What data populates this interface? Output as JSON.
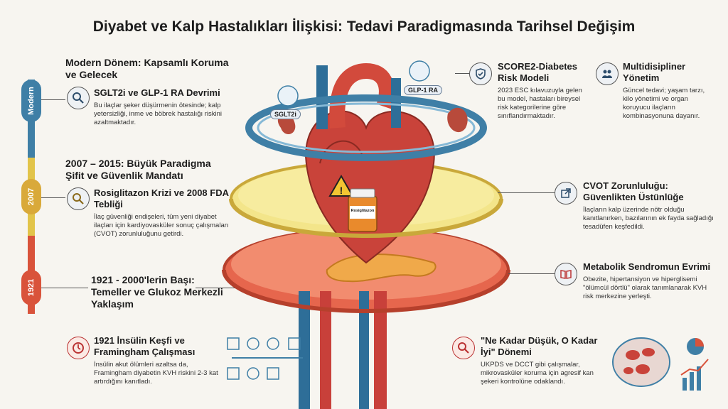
{
  "title": "Diyabet ve Kalp Hastalıkları İlişkisi: Tedavi Paradigmasında Tarihsel Değişim",
  "timeline": {
    "modern": "Modern",
    "y2007": "2007",
    "y1921": "1921"
  },
  "left": {
    "modern_head": "Modern Dönem: Kapsamlı Koruma ve Gelecek",
    "sglt_title": "SGLT2i ve GLP-1 RA Devrimi",
    "sglt_body": "Bu ilaçlar şeker düşürmenin ötesinde; kalp yetersizliği, inme ve böbrek hastalığı riskini azaltmaktadır.",
    "mid_head": "2007 – 2015: Büyük Paradigma Şifit ve Güvenlik Mandatı",
    "rosi_title": "Rosiglitazon Krizi ve 2008 FDA Tebliği",
    "rosi_body": "İlaç güvenliği endişeleri, tüm yeni diyabet ilaçları için kardiyovasküler sonuç çalışmaları (CVOT) zorunluluğunu getirdi.",
    "early_head": "1921 - 2000'lerin Başı: Temeller ve Glukoz Merkezli Yaklaşım",
    "insulin_title": "1921 İnsülin Keşfi ve Framingham Çalışması",
    "insulin_body": "İnsülin akut ölümleri azaltsa da, Framingham diyabetin KVH riskini 2-3 kat artırdığını kanıtladı."
  },
  "right": {
    "score_title": "SCORE2-Diabetes Risk Modeli",
    "score_body": "2023 ESC kılavuzuyla gelen bu model, hastaları bireysel risk kategorilerine göre sınıflandırmaktadır.",
    "multi_title": "Multidisipliner Yönetim",
    "multi_body": "Güncel tedavi; yaşam tarzı, kilo yönetimi ve organ koruyucu ilaçların kombinasyonuna dayanır.",
    "cvot_title": "CVOT Zorunluluğu: Güvenlikten Üstünlüğe",
    "cvot_body": "İlaçların kalp üzerinde nötr olduğu kanıtlanırken, bazılarının ek fayda sağladığı tesadüfen keşfedildi.",
    "meta_title": "Metabolik Sendromun Evrimi",
    "meta_body": "Obezite, hipertansiyon ve hiperglisemi \"ölümcül dörtlü\" olarak tanımlanarak KVH risk merkezine yerleşti.",
    "low_title": "\"Ne Kadar Düşük, O Kadar İyi\" Dönemi",
    "low_body": "UKPDS ve DCCT gibi çalışmalar, mikrovasküler koruma için agresif kan şekeri kontrolüne odaklandı."
  },
  "center": {
    "sglt_tag": "SGLT2i",
    "glp_tag": "GLP-1 RA",
    "bottle_label": "Rosiglitazon"
  },
  "colors": {
    "modern": "#3f7fa6",
    "mid": "#e2c44a",
    "early": "#d9533b"
  }
}
